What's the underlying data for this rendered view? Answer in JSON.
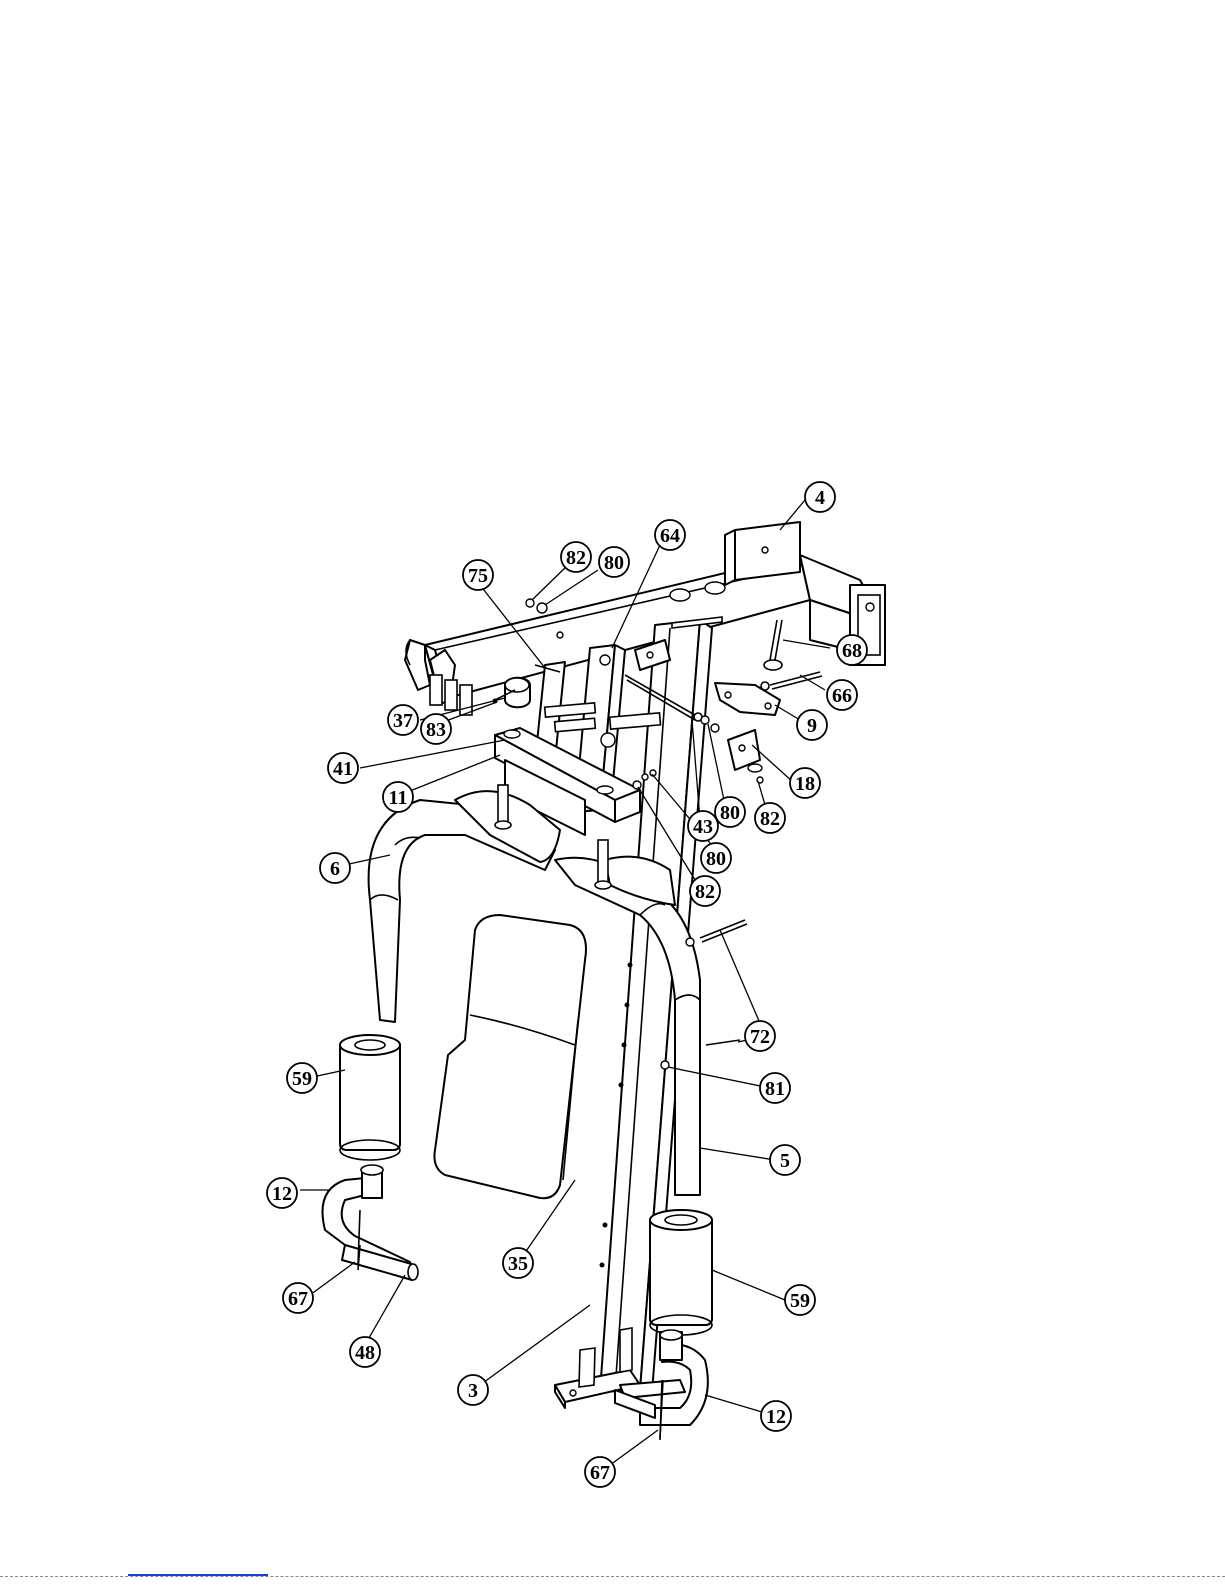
{
  "callouts": [
    {
      "id": "c4",
      "label": "4"
    },
    {
      "id": "c64",
      "label": "64"
    },
    {
      "id": "c82a",
      "label": "82"
    },
    {
      "id": "c80a",
      "label": "80"
    },
    {
      "id": "c75",
      "label": "75"
    },
    {
      "id": "c68",
      "label": "68"
    },
    {
      "id": "c66",
      "label": "66"
    },
    {
      "id": "c9",
      "label": "9"
    },
    {
      "id": "c37",
      "label": "37"
    },
    {
      "id": "c83",
      "label": "83"
    },
    {
      "id": "c41",
      "label": "41"
    },
    {
      "id": "c18",
      "label": "18"
    },
    {
      "id": "c11",
      "label": "11"
    },
    {
      "id": "c80b",
      "label": "80"
    },
    {
      "id": "c82b",
      "label": "82"
    },
    {
      "id": "c43",
      "label": "43"
    },
    {
      "id": "c80c",
      "label": "80"
    },
    {
      "id": "c6",
      "label": "6"
    },
    {
      "id": "c82c",
      "label": "82"
    },
    {
      "id": "c72",
      "label": "72"
    },
    {
      "id": "c81",
      "label": "81"
    },
    {
      "id": "c59a",
      "label": "59"
    },
    {
      "id": "c5",
      "label": "5"
    },
    {
      "id": "c12a",
      "label": "12"
    },
    {
      "id": "c35",
      "label": "35"
    },
    {
      "id": "c59b",
      "label": "59"
    },
    {
      "id": "c67a",
      "label": "67"
    },
    {
      "id": "c48",
      "label": "48"
    },
    {
      "id": "c3",
      "label": "3"
    },
    {
      "id": "c12b",
      "label": "12"
    },
    {
      "id": "c67b",
      "label": "67"
    }
  ]
}
